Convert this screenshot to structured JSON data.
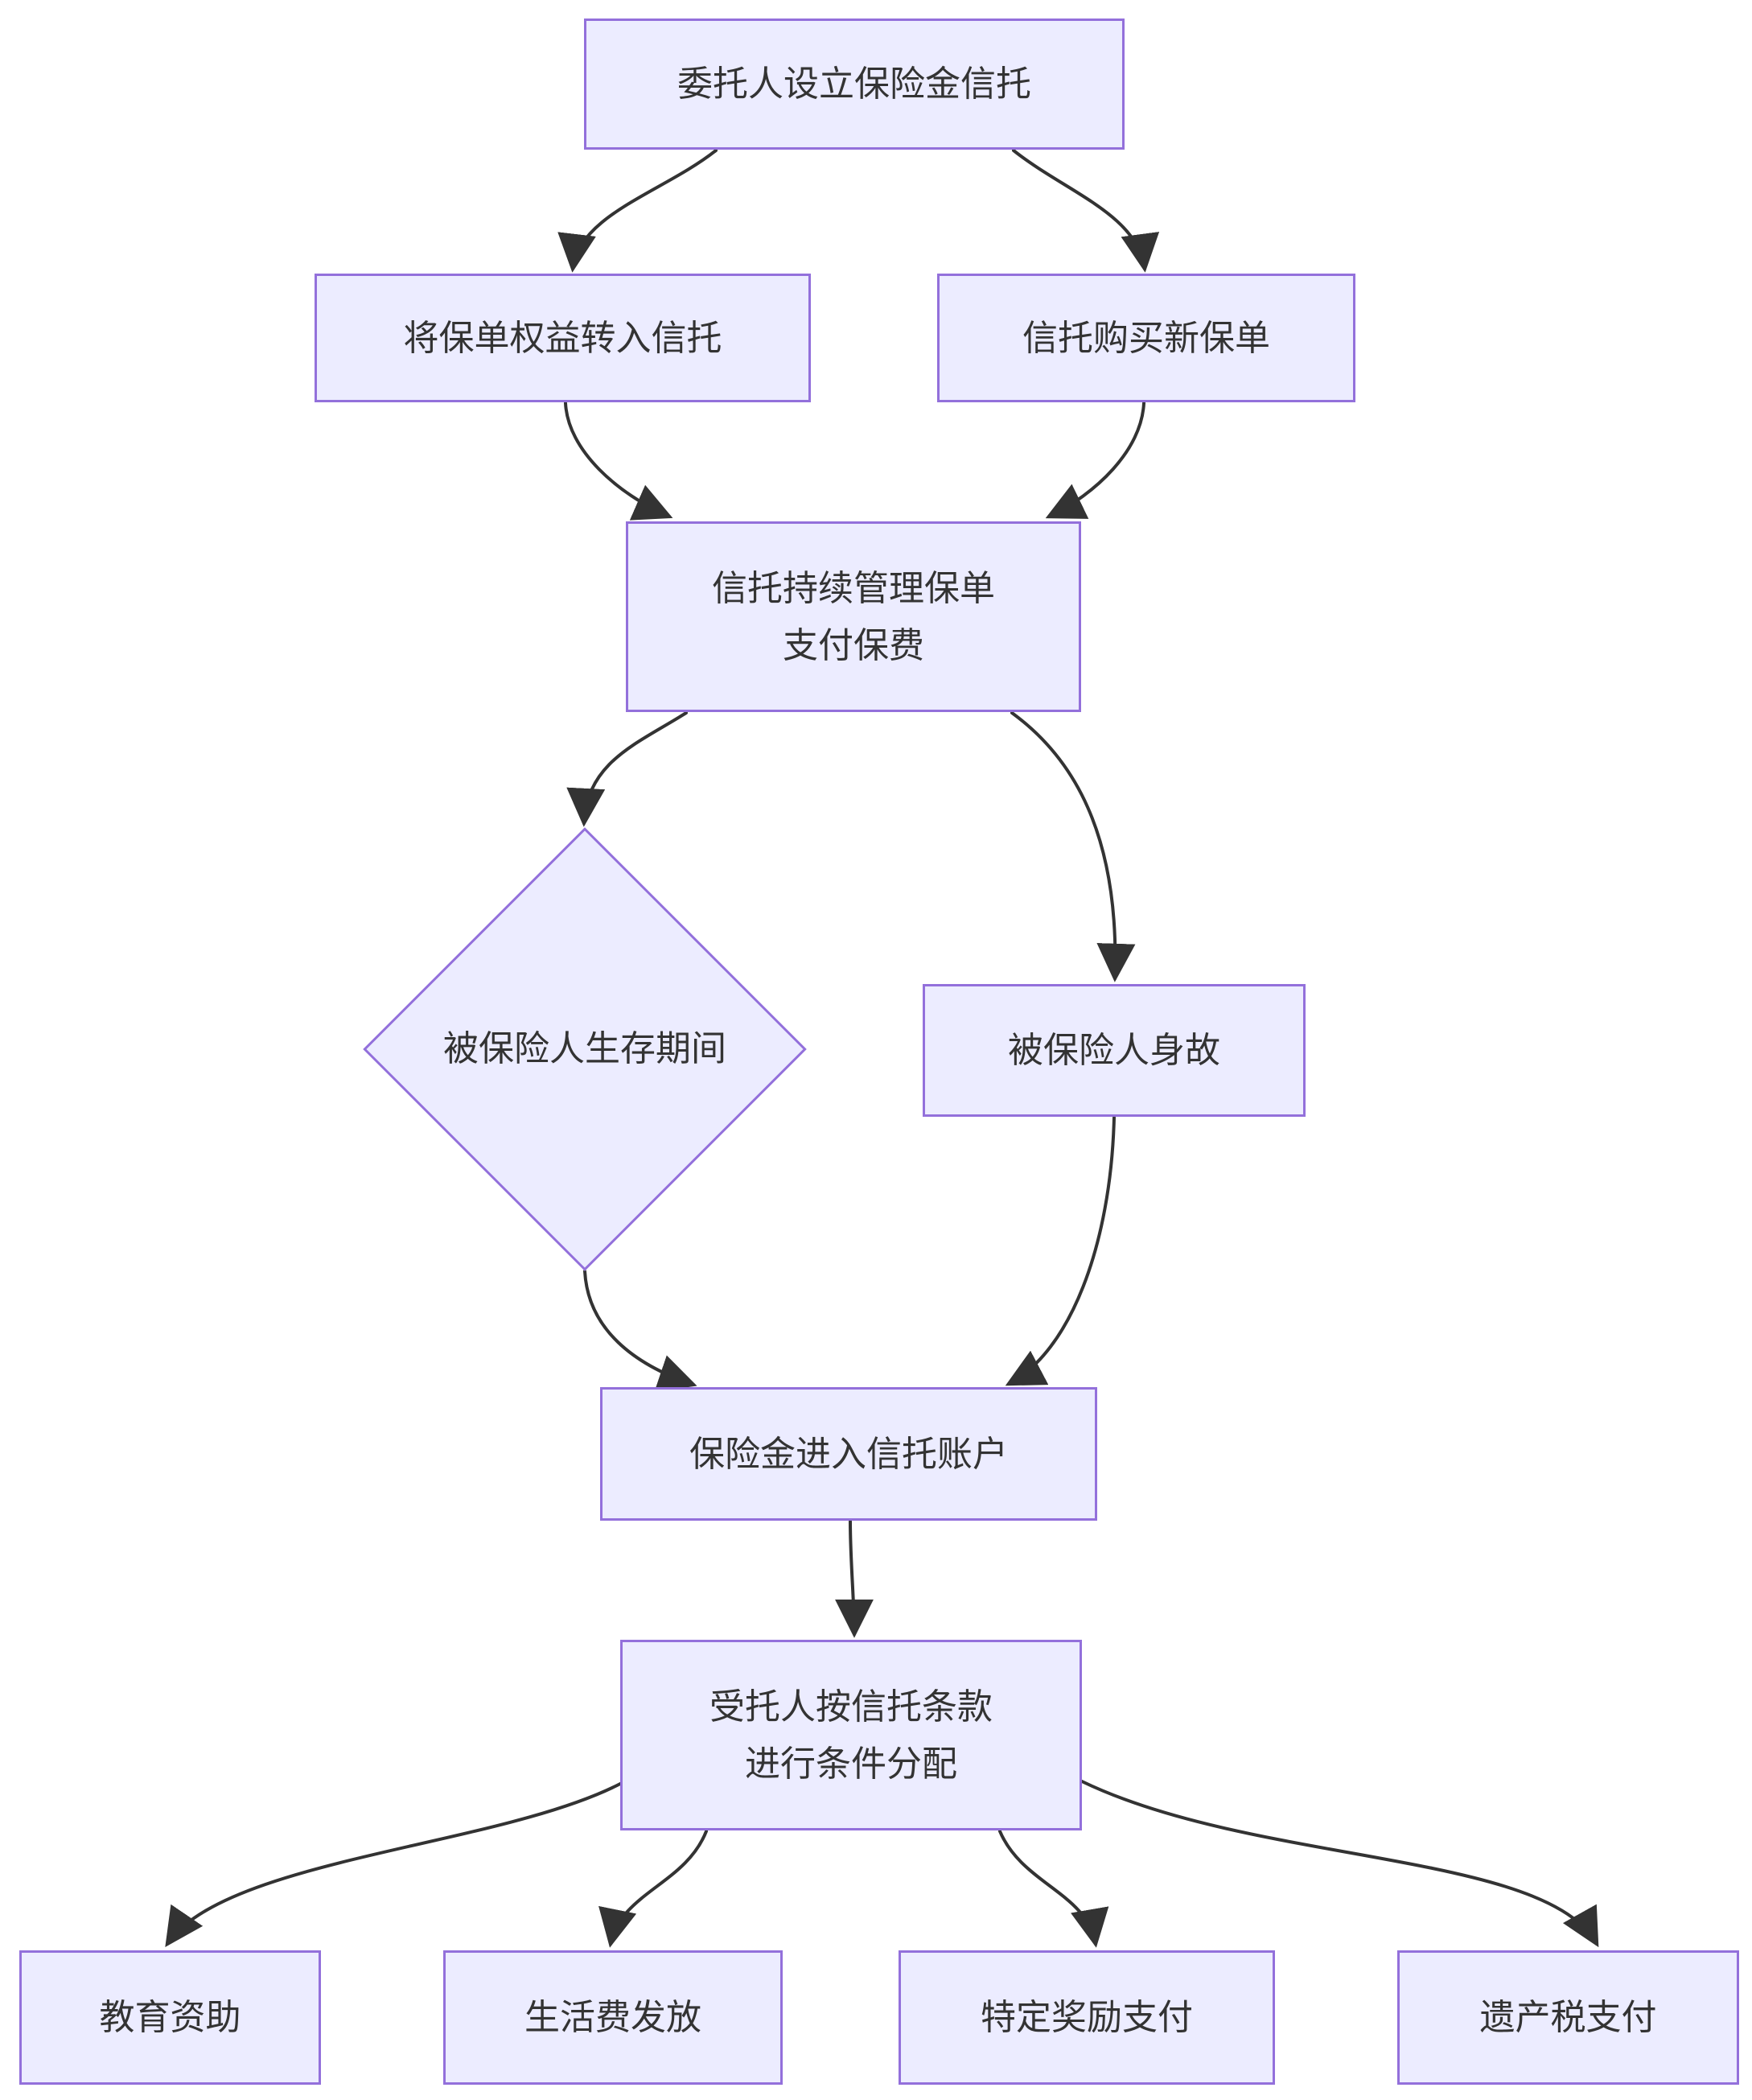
{
  "diagram": {
    "type": "flowchart",
    "direction": "top-down",
    "colors": {
      "background": "#FFFFFF",
      "node_fill": "#ECECFF",
      "node_border": "#9370DB",
      "edge": "#333333",
      "text": "#333333"
    },
    "nodes": {
      "settlor": {
        "label": "委托人设立保险金信托",
        "shape": "rect"
      },
      "transfer_policy": {
        "label": "将保单权益转入信托",
        "shape": "rect"
      },
      "buy_new_policy": {
        "label": "信托购买新保单",
        "shape": "rect"
      },
      "manage_policy": {
        "label": "信托持续管理保单\n支付保费",
        "shape": "rect"
      },
      "insured_alive": {
        "label": "被保险人生存期间",
        "shape": "diamond"
      },
      "insured_death": {
        "label": "被保险人身故",
        "shape": "rect"
      },
      "proceeds_to_trust": {
        "label": "保险金进入信托账户",
        "shape": "rect"
      },
      "trustee_distribution": {
        "label": "受托人按信托条款\n进行条件分配",
        "shape": "rect"
      },
      "education_funding": {
        "label": "教育资助",
        "shape": "rect"
      },
      "living_expenses": {
        "label": "生活费发放",
        "shape": "rect"
      },
      "specific_reward": {
        "label": "特定奖励支付",
        "shape": "rect"
      },
      "estate_tax": {
        "label": "遗产税支付",
        "shape": "rect"
      }
    },
    "edges": [
      {
        "from": "settlor",
        "to": "transfer_policy"
      },
      {
        "from": "settlor",
        "to": "buy_new_policy"
      },
      {
        "from": "transfer_policy",
        "to": "manage_policy"
      },
      {
        "from": "buy_new_policy",
        "to": "manage_policy"
      },
      {
        "from": "manage_policy",
        "to": "insured_alive"
      },
      {
        "from": "manage_policy",
        "to": "insured_death"
      },
      {
        "from": "insured_alive",
        "to": "proceeds_to_trust"
      },
      {
        "from": "insured_death",
        "to": "proceeds_to_trust"
      },
      {
        "from": "proceeds_to_trust",
        "to": "trustee_distribution"
      },
      {
        "from": "trustee_distribution",
        "to": "education_funding"
      },
      {
        "from": "trustee_distribution",
        "to": "living_expenses"
      },
      {
        "from": "trustee_distribution",
        "to": "specific_reward"
      },
      {
        "from": "trustee_distribution",
        "to": "estate_tax"
      }
    ]
  }
}
